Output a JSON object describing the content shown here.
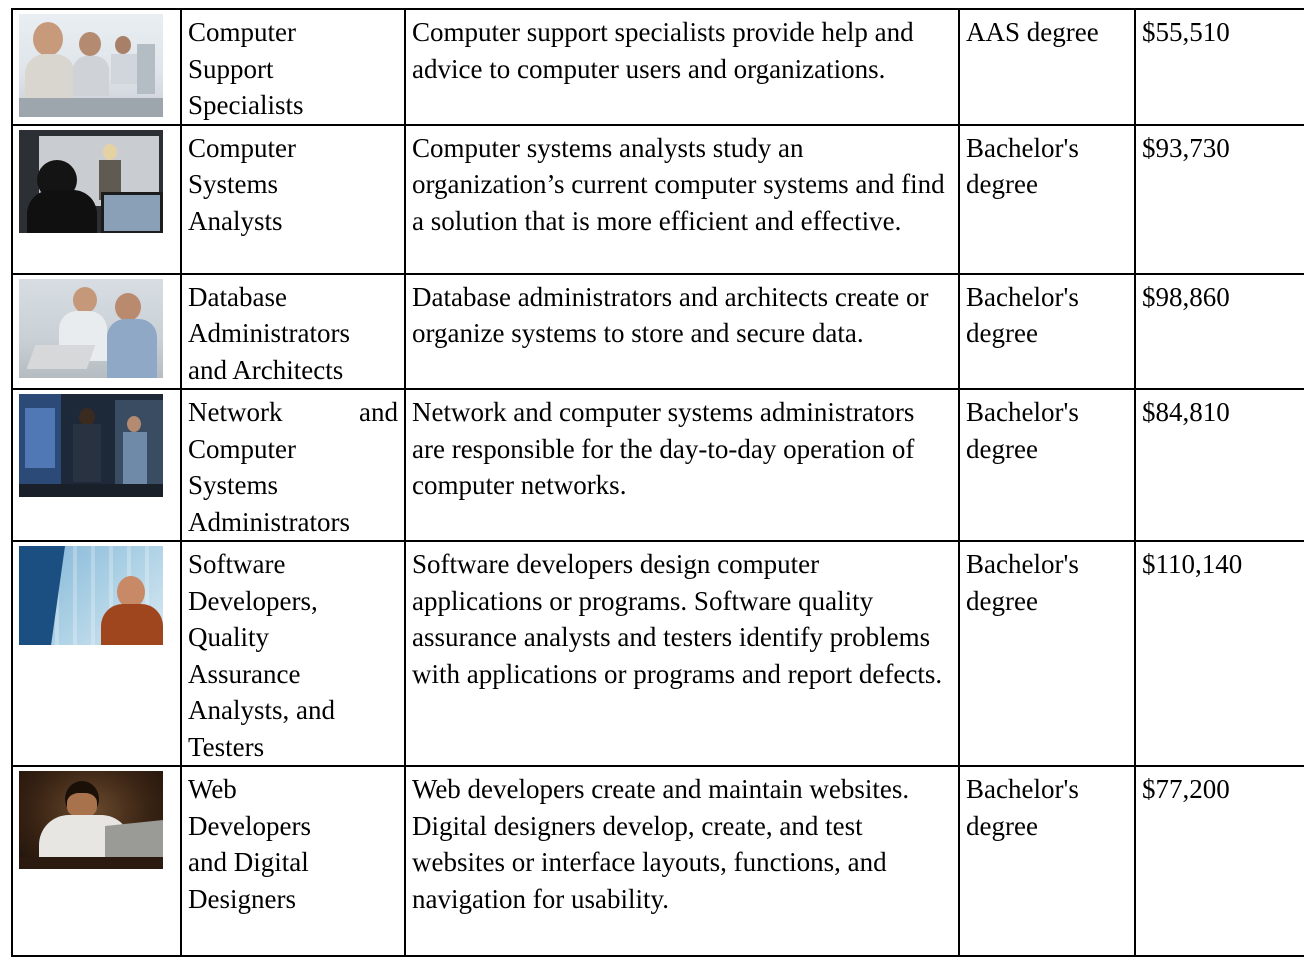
{
  "rows": [
    {
      "photo": "call-center-workers-photo",
      "occupation_lines": [
        "Computer",
        "Support",
        "Specialists"
      ],
      "description": "Computer support specialists provide help and advice to computer users and organizations.",
      "education": "AAS degree",
      "pay": "$55,510"
    },
    {
      "photo": "presentation-meeting-photo",
      "occupation_lines": [
        "Computer",
        "Systems",
        "Analysts"
      ],
      "description": "Computer systems analysts study an organization’s current computer systems and find a solution that is more efficient and effective.",
      "education": "Bachelor's degree",
      "pay": "$93,730"
    },
    {
      "photo": "two-men-at-laptop-photo",
      "occupation_lines": [
        "Database",
        "Administrators",
        "and Architects"
      ],
      "description": "Database administrators and architects create or organize systems to store and secure data.",
      "education": "Bachelor's degree",
      "pay": "$98,860"
    },
    {
      "photo": "server-room-photo",
      "occupation_lines": [
        "Network and",
        "Computer",
        "Systems",
        "Administrators"
      ],
      "description": "Network and computer systems administrators are responsible for the day-to-day operation of computer networks.",
      "education": "Bachelor's degree",
      "pay": "$84,810"
    },
    {
      "photo": "developer-at-monitor-photo",
      "occupation_lines": [
        "Software",
        "Developers,",
        "Quality",
        "Assurance",
        "Analysts, and",
        "Testers"
      ],
      "description": "Software developers design computer applications or programs. Software quality assurance analysts and testers identify problems with applications or programs and report defects.",
      "education": "Bachelor's degree",
      "pay": "$110,140"
    },
    {
      "photo": "man-at-laptop-photo",
      "occupation_lines": [
        "Web",
        "Developers",
        "and Digital",
        "Designers"
      ],
      "description": "Web developers create and maintain websites. Digital designers develop, create, and test websites or interface layouts, functions, and navigation for usability.",
      "education": "Bachelor's degree",
      "pay": "$77,200"
    }
  ]
}
